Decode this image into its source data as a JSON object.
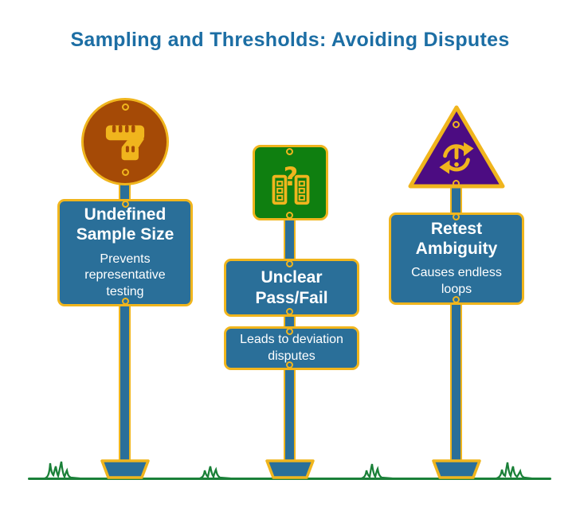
{
  "title": "Sampling and Thresholds: Avoiding Disputes",
  "colors": {
    "title_text": "#1c6ea4",
    "sign_blue": "#2a6f99",
    "accent_yellow": "#f0b51d",
    "circle_rust": "#a54a06",
    "square_green": "#0f7f10",
    "triangle_purple": "#4c0c82",
    "ground_green": "#1a8038",
    "sign_text": "#ffffff"
  },
  "columns": [
    {
      "shape": "circle",
      "icon": "tape-measure-icon",
      "heading": "Undefined Sample Size",
      "detail": "Prevents representative testing"
    },
    {
      "shape": "square",
      "icon": "pass-fail-question-icon",
      "heading": "Unclear Pass/Fail",
      "detail": "Leads to deviation disputes"
    },
    {
      "shape": "triangle",
      "icon": "retest-cycle-icon",
      "heading": "Retest Ambiguity",
      "detail": "Causes endless loops"
    }
  ]
}
